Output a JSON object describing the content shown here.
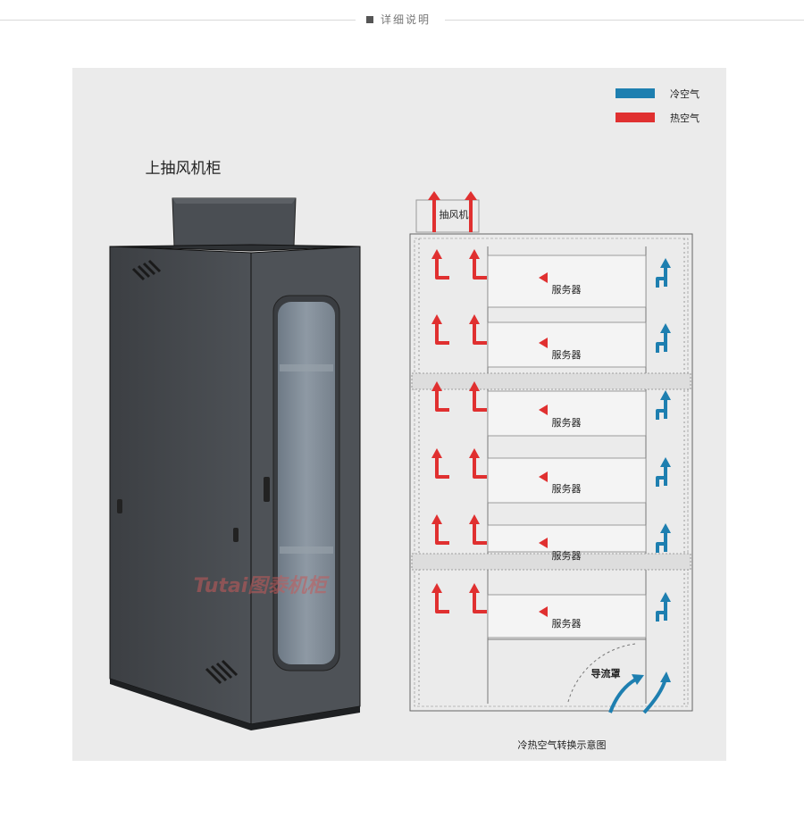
{
  "header": {
    "title": "详细说明"
  },
  "cabinet": {
    "title": "上抽风机柜",
    "watermark": "Tutai图泰机柜"
  },
  "legend": {
    "cold": {
      "label": "冷空气",
      "color": "#1e7fb0"
    },
    "hot": {
      "label": "热空气",
      "color": "#e03030"
    }
  },
  "diagram": {
    "fan_label": "抽风机",
    "server_label": "服务器",
    "duct_label": "导流罩",
    "caption": "冷热空气转换示意图"
  }
}
